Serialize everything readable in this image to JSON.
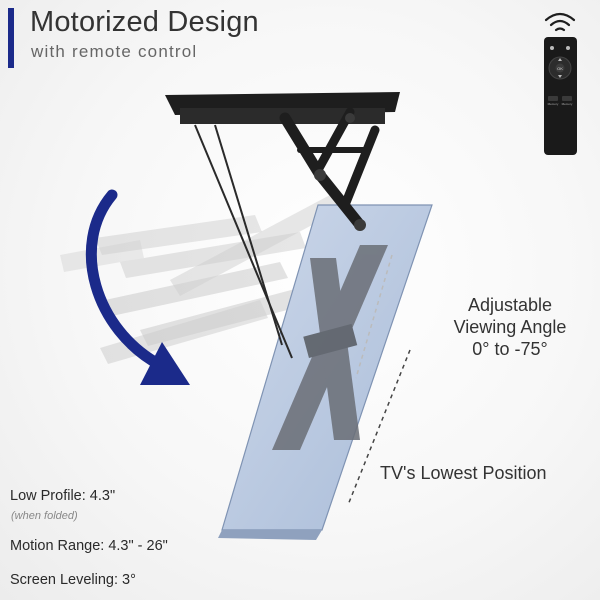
{
  "header": {
    "title": "Motorized Design",
    "subtitle": "with remote control"
  },
  "remote": {
    "button_center": "OK",
    "button_left": "Memory",
    "button_right": "Memory",
    "icon": "wifi-signal-icon"
  },
  "callouts": {
    "angle_line1": "Adjustable",
    "angle_line2": "Viewing Angle",
    "angle_line3": "0° to -75°",
    "lowest": "TV's Lowest Position"
  },
  "specs": {
    "low_profile": "Low Profile: 4.3\"",
    "low_profile_note": "(when folded)",
    "motion_range": "Motion Range: 4.3\" - 26\"",
    "screen_leveling": "Screen Leveling: 3°"
  },
  "colors": {
    "accent": "#1b2a8a",
    "arrow": "#1b2a8a",
    "screen": "#b9c9e0",
    "mount": "#1e1e1e"
  }
}
